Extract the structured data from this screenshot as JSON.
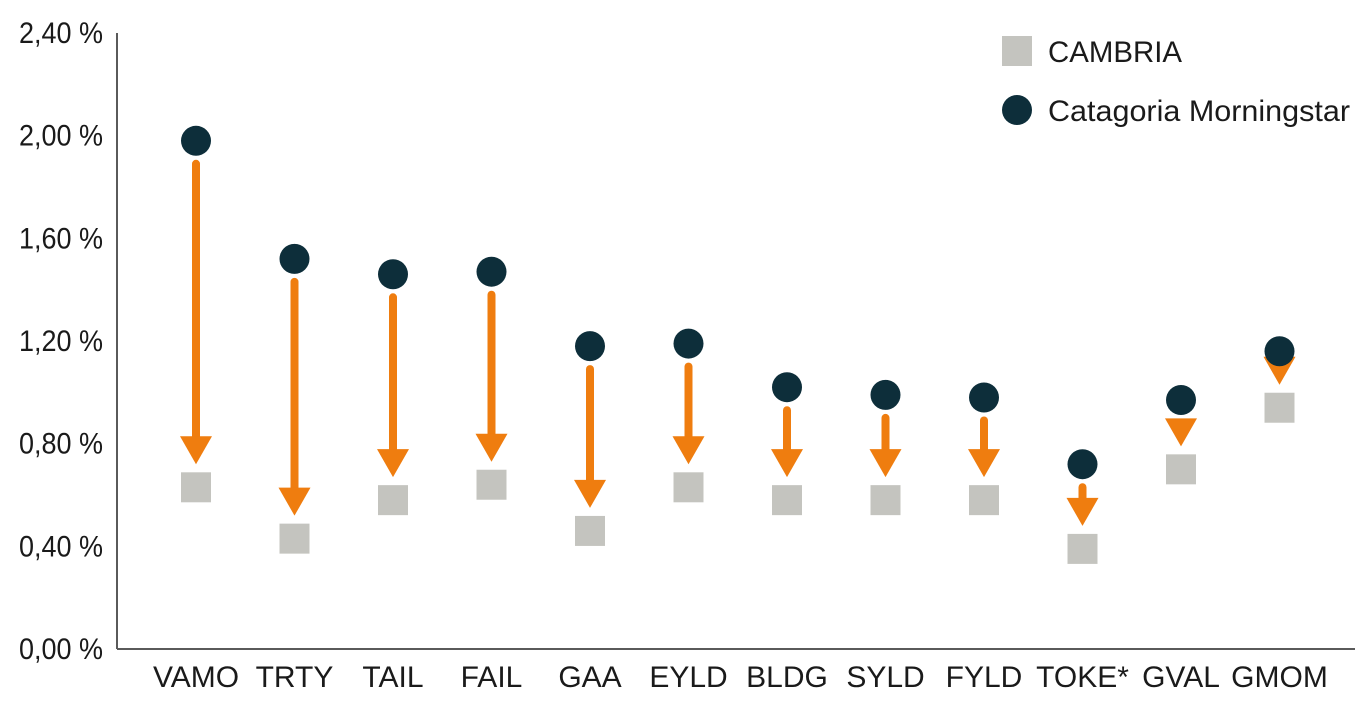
{
  "colors": {
    "cambria": "#c4c4bf",
    "morningstar": "#0d2e3a",
    "arrow": "#ef7d0f",
    "axis": "#5a5a5a",
    "text": "#1a1a1a"
  },
  "legend": {
    "cambria_label": "CAMBRIA",
    "morningstar_label": "Catagoria Morningstar",
    "position": "top-right"
  },
  "chart_data": {
    "type": "scatter",
    "categories": [
      "VAMO",
      "TRTY",
      "TAIL",
      "FAIL",
      "GAA",
      "EYLD",
      "BLDG",
      "SYLD",
      "FYLD",
      "TOKE*",
      "GVAL",
      "GMOM"
    ],
    "series": [
      {
        "name": "CAMBRIA",
        "marker": "square",
        "values": [
          0.63,
          0.43,
          0.58,
          0.64,
          0.46,
          0.63,
          0.58,
          0.58,
          0.58,
          0.39,
          0.7,
          0.94
        ]
      },
      {
        "name": "Catagoria Morningstar",
        "marker": "circle",
        "values": [
          1.98,
          1.52,
          1.46,
          1.47,
          1.18,
          1.19,
          1.02,
          0.99,
          0.98,
          0.72,
          0.97,
          1.16
        ]
      }
    ],
    "annotations": "arrows from Catagoria Morningstar value to CAMBRIA value",
    "ylim": [
      0,
      2.4
    ],
    "yticks": [
      {
        "value": 0.0,
        "label": "0,00 %"
      },
      {
        "value": 0.4,
        "label": "0,40 %"
      },
      {
        "value": 0.8,
        "label": "0,80 %"
      },
      {
        "value": 1.2,
        "label": "1,20 %"
      },
      {
        "value": 1.6,
        "label": "1,60 %"
      },
      {
        "value": 2.0,
        "label": "2,00 %"
      },
      {
        "value": 2.4,
        "label": "2,40 %"
      }
    ],
    "title": "",
    "xlabel": "",
    "ylabel": "",
    "grid": false
  }
}
